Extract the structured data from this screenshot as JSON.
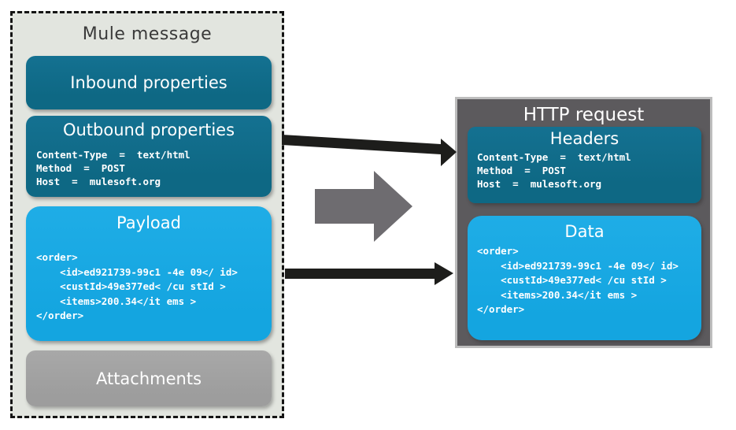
{
  "colors": {
    "teal": "#0E6884",
    "teal_light": "#147191",
    "blue": "#14A5E0",
    "blue_light": "#1FADE6",
    "gray_box": "#9D9D9D",
    "panel_bg": "#E2E5DF",
    "http_bg": "#5C5A5D",
    "http_border": "#BDBDBD",
    "arrow_black": "#1D1D1B",
    "arrow_gray": "#6E6C70",
    "title_dark": "#3A3A3A"
  },
  "mule_message": {
    "title": "Mule message",
    "inbound": {
      "title": "Inbound properties"
    },
    "outbound": {
      "title": "Outbound properties",
      "lines": [
        "Content-Type  =  text/html",
        "Method  =  POST",
        "Host  =  mulesoft.org"
      ]
    },
    "payload": {
      "title": "Payload",
      "code": [
        "<order>",
        "    <id>ed921739-99c1 -4e 09</ id>",
        "    <custId>49e377ed< /cu stId >",
        "    <items>200.34</it ems >",
        "</order>"
      ]
    },
    "attachments": {
      "title": "Attachments"
    }
  },
  "http_request": {
    "title": "HTTP request",
    "headers": {
      "title": "Headers",
      "lines": [
        "Content-Type  =  text/html",
        "Method  =  POST",
        "Host  =  mulesoft.org"
      ]
    },
    "data": {
      "title": "Data",
      "code": [
        "<order>",
        "    <id>ed921739-99c1 -4e 09</ id>",
        "    <custId>49e377ed< /cu stId >",
        "    <items>200.34</it ems >",
        "</order>"
      ]
    }
  }
}
